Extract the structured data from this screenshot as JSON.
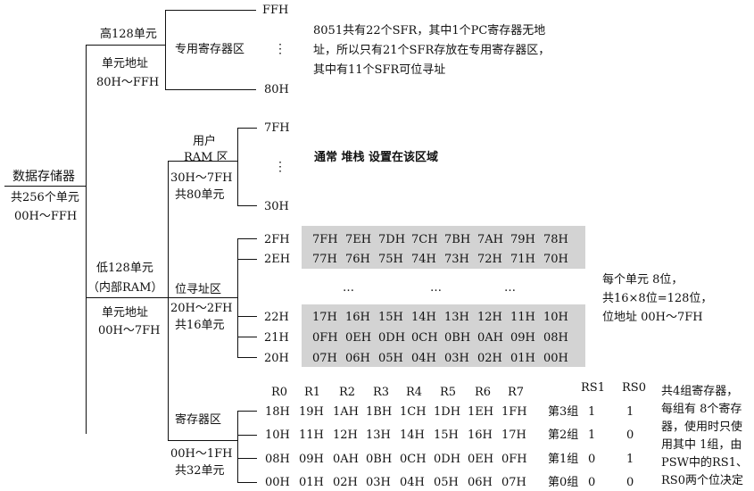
{
  "root": {
    "title": "数据存储器",
    "count": "共256个单元",
    "range": "00H～FFH"
  },
  "high": {
    "label": "高128单元",
    "addr_label": "单元地址",
    "addr_range": "80H～FFH",
    "sfr_region": "专用寄存器区",
    "top_addr": "FFH",
    "ellipsis": "⋮",
    "bottom_addr": "80H",
    "note_lines": [
      "8051共有22个SFR，其中1个PC寄存器无地",
      "址，所以只有21个SFR存放在专用寄存器区，",
      "其中有11个SFR可位寻址"
    ]
  },
  "low": {
    "label": "低128单元",
    "sub": "（内部RAM）",
    "addr_label": "单元地址",
    "addr_range": "00H～7FH"
  },
  "user_ram": {
    "title1": "用户",
    "title2": "RAM 区",
    "range": "30H～7FH",
    "count": "共80单元",
    "top_addr": "7FH",
    "ellipsis": "⋮",
    "bottom_addr": "30H",
    "note": "通常 堆栈 设置在该区域"
  },
  "bit_area": {
    "title": "位寻址区",
    "range": "20H～2FH",
    "count": "共16单元",
    "rows_top": [
      {
        "byte": "2FH",
        "bits": [
          "7FH",
          "7EH",
          "7DH",
          "7CH",
          "7BH",
          "7AH",
          "79H",
          "78H"
        ]
      },
      {
        "byte": "2EH",
        "bits": [
          "77H",
          "76H",
          "75H",
          "74H",
          "73H",
          "72H",
          "71H",
          "70H"
        ]
      }
    ],
    "dots": [
      "…",
      "…",
      "…"
    ],
    "rows_bottom": [
      {
        "byte": "22H",
        "bits": [
          "17H",
          "16H",
          "15H",
          "14H",
          "13H",
          "12H",
          "11H",
          "10H"
        ]
      },
      {
        "byte": "21H",
        "bits": [
          "0FH",
          "0EH",
          "0DH",
          "0CH",
          "0BH",
          "0AH",
          "09H",
          "08H"
        ]
      },
      {
        "byte": "20H",
        "bits": [
          "07H",
          "06H",
          "05H",
          "04H",
          "03H",
          "02H",
          "01H",
          "00H"
        ]
      }
    ],
    "note_lines": [
      "每个单元 8位，",
      "共16×8位=128位，",
      "位地址 00H～7FH"
    ]
  },
  "reg_area": {
    "title": "寄存器区",
    "range": "00H～1FH",
    "count": "共32单元",
    "headers": [
      "R0",
      "R1",
      "R2",
      "R3",
      "R4",
      "R5",
      "R6",
      "R7"
    ],
    "rs_headers": [
      "RS1",
      "RS0"
    ],
    "rows": [
      {
        "cells": [
          "18H",
          "19H",
          "1AH",
          "1BH",
          "1CH",
          "1DH",
          "1EH",
          "1FH"
        ],
        "group": "第3组",
        "rs1": "1",
        "rs0": "1"
      },
      {
        "cells": [
          "10H",
          "11H",
          "12H",
          "13H",
          "14H",
          "15H",
          "16H",
          "17H"
        ],
        "group": "第2组",
        "rs1": "1",
        "rs0": "0"
      },
      {
        "cells": [
          "08H",
          "09H",
          "0AH",
          "0BH",
          "0CH",
          "0DH",
          "0EH",
          "0FH"
        ],
        "group": "第1组",
        "rs1": "0",
        "rs0": "1"
      },
      {
        "cells": [
          "00H",
          "01H",
          "02H",
          "03H",
          "04H",
          "05H",
          "06H",
          "07H"
        ],
        "group": "第0组",
        "rs1": "0",
        "rs0": "0"
      }
    ],
    "note_lines": [
      "共4组寄存器，",
      "每组有 8个寄存",
      "器，使用时只使",
      "用其中 1组，由",
      "PSW中的RS1、",
      "RS0两个位决定"
    ]
  }
}
